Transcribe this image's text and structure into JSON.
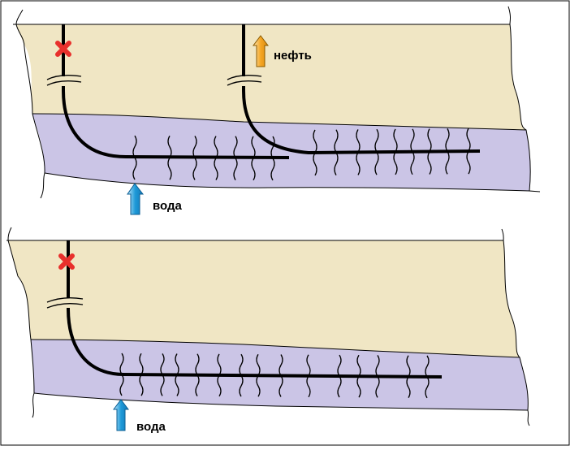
{
  "colors": {
    "oil_layer": "#f0e6c4",
    "water_layer": "#cbc5e6",
    "border": "#000000",
    "water_arrow": "#1e9ad8",
    "oil_arrow": "#f5a623",
    "closed_marker": "#e8302c"
  },
  "panels": [
    {
      "id": "top",
      "labels": {
        "oil": "нефть",
        "water": "вода"
      },
      "icons": [
        "closed-well-marker-icon",
        "oil-flow-arrow-icon",
        "water-flow-arrow-icon"
      ]
    },
    {
      "id": "bottom",
      "labels": {
        "water": "вода"
      },
      "icons": [
        "closed-well-marker-icon",
        "water-flow-arrow-icon"
      ]
    }
  ]
}
